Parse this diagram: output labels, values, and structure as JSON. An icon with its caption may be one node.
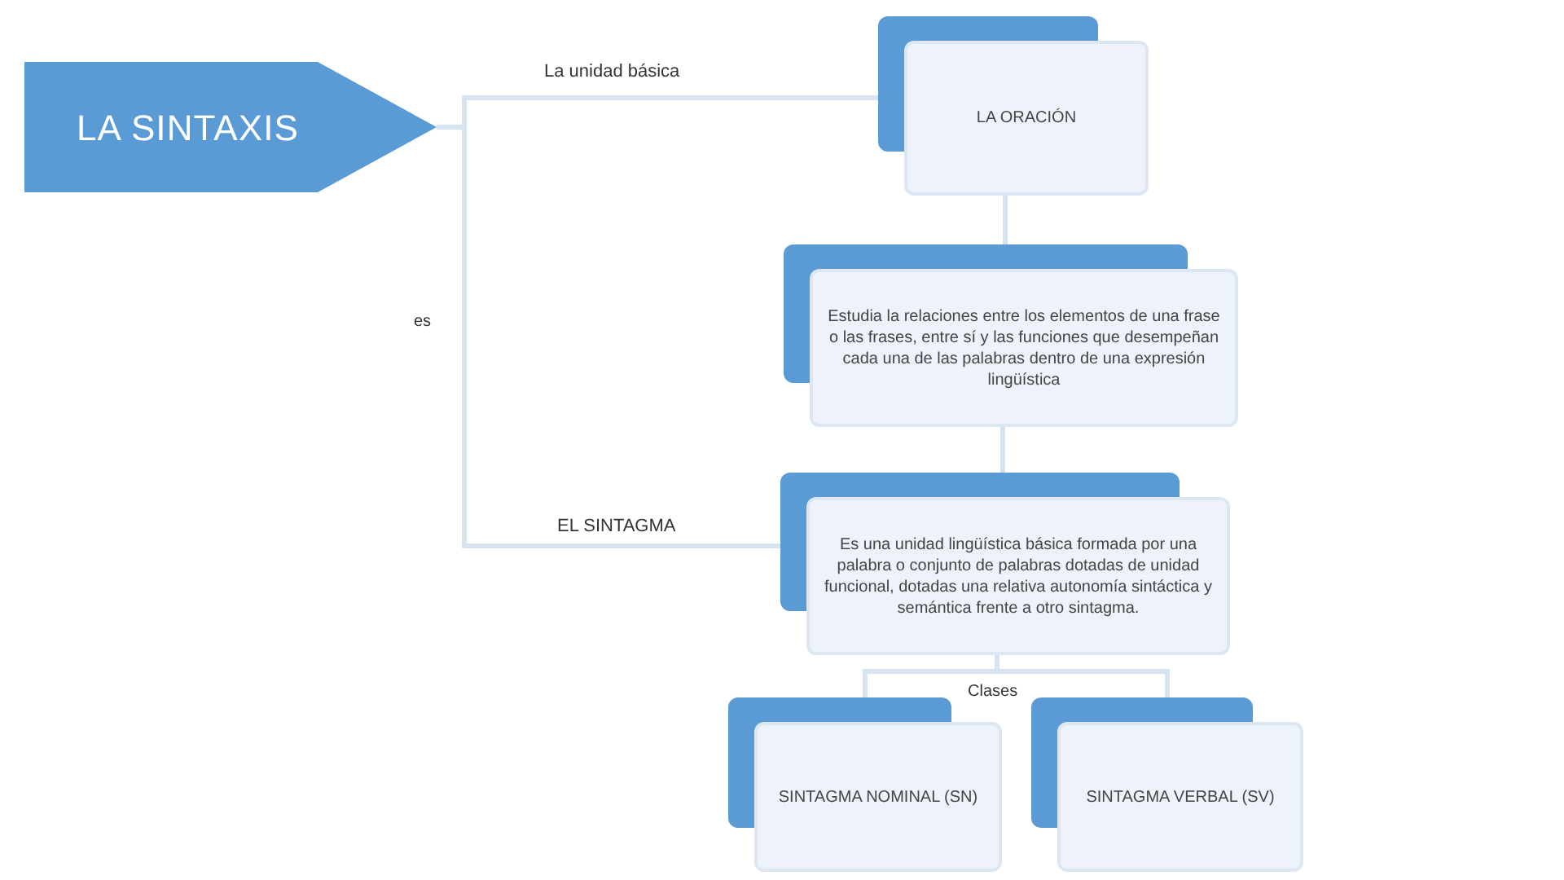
{
  "diagram": {
    "nodes": [
      {
        "text": [
          "LA SINTAXIS"
        ]
      },
      {
        "text": [
          "LA ORACIÓN"
        ]
      },
      {
        "text": [
          "Estudia la relaciones entre los elementos de una frase o las frases, entre sí y las funciones que desempeñan cada una de las palabras dentro de una expresión lingüística"
        ]
      },
      {
        "text": [
          "Es una unidad lingüística básica formada por una palabra o conjunto de palabras dotadas de unidad funcional, dotadas una relativa autonomía sintáctica y semántica frente a otro sintagma."
        ]
      },
      {
        "text": [
          "SINTAGMA NOMINAL (SN)"
        ]
      },
      {
        "text": [
          "SINTAGMA VERBAL (SV)"
        ]
      }
    ],
    "edges": [
      {
        "from": 0,
        "to": 1,
        "arrow": "none",
        "label": "La unidad básica"
      },
      {
        "from": 0,
        "to": 3,
        "arrow": "none",
        "label": "EL SINTAGMA"
      },
      {
        "from": 1,
        "to": 2,
        "arrow": "none"
      },
      {
        "from": 2,
        "to": 3,
        "arrow": "none"
      },
      {
        "from": 3,
        "to": 4,
        "arrow": "none"
      },
      {
        "from": 3,
        "to": 5,
        "arrow": "none"
      }
    ],
    "labels": [
      "es",
      "Clases"
    ]
  }
}
